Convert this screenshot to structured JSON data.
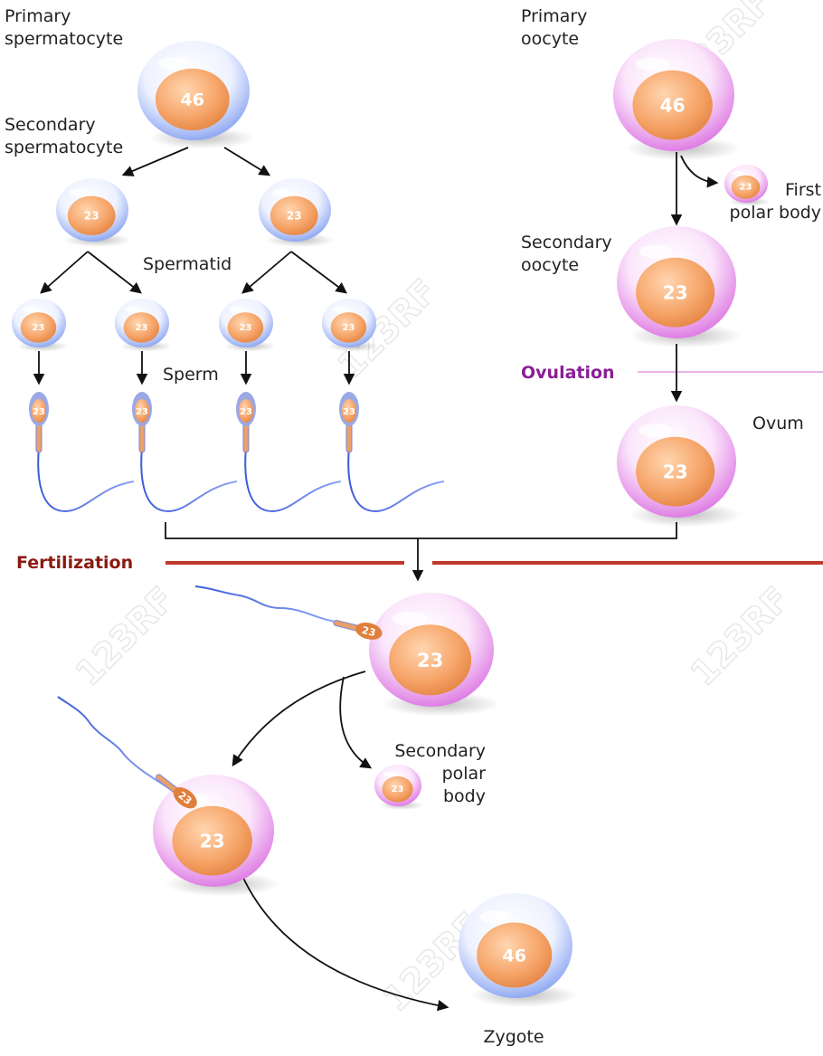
{
  "labels": {
    "primary_spermatocyte": [
      "Primary",
      "spermatocyte"
    ],
    "secondary_spermatocyte": [
      "Secondary",
      "spermatocyte"
    ],
    "spermatid": "Spermatid",
    "sperm": "Sperm",
    "primary_oocyte": [
      "Primary",
      "oocyte"
    ],
    "first_polar_body": [
      "First",
      "polar body"
    ],
    "secondary_oocyte": [
      "Secondary",
      "oocyte"
    ],
    "ovulation": "Ovulation",
    "ovum": "Ovum",
    "fertilization": "Fertilization",
    "secondary_polar_body": [
      "Secondary",
      "polar",
      "body"
    ],
    "zygote": "Zygote"
  },
  "chromosome_counts": {
    "primary_spermatocyte": "46",
    "secondary_spermatocyte": "23",
    "spermatid": "23",
    "sperm": "23",
    "primary_oocyte": "46",
    "first_polar_body": "23",
    "secondary_oocyte": "23",
    "ovum": "23",
    "fertilized_egg": "23",
    "penetrating_sperm": "23",
    "secondary_polar_body": "23",
    "zygote": "46"
  },
  "watermark": "123RF",
  "colors": {
    "ovulation": "#8a1f96",
    "fertilization": "#8b1a12",
    "fertilization_line": "#c0392b",
    "ovulation_line": "#dd88dd"
  }
}
